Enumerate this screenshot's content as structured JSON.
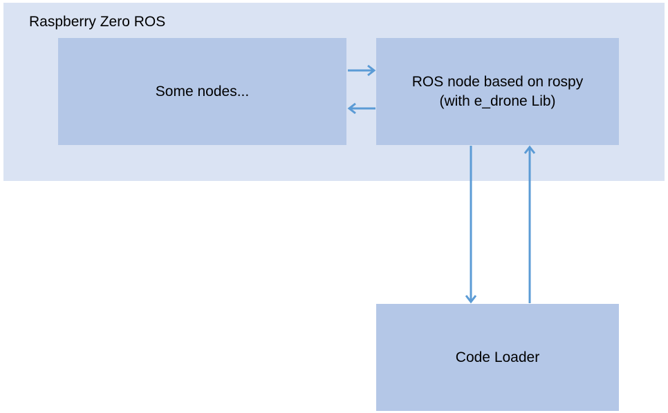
{
  "container": {
    "label": "Raspberry Zero ROS"
  },
  "nodes": {
    "some_nodes": {
      "label": "Some nodes..."
    },
    "rospy_node": {
      "line1": "ROS node based on rospy",
      "line2": "(with e_drone Lib)"
    },
    "code_loader": {
      "label": "Code Loader"
    }
  },
  "colors": {
    "container_fill": "#dae3f3",
    "node_fill": "#b4c7e7",
    "arrow": "#5b9bd5"
  }
}
